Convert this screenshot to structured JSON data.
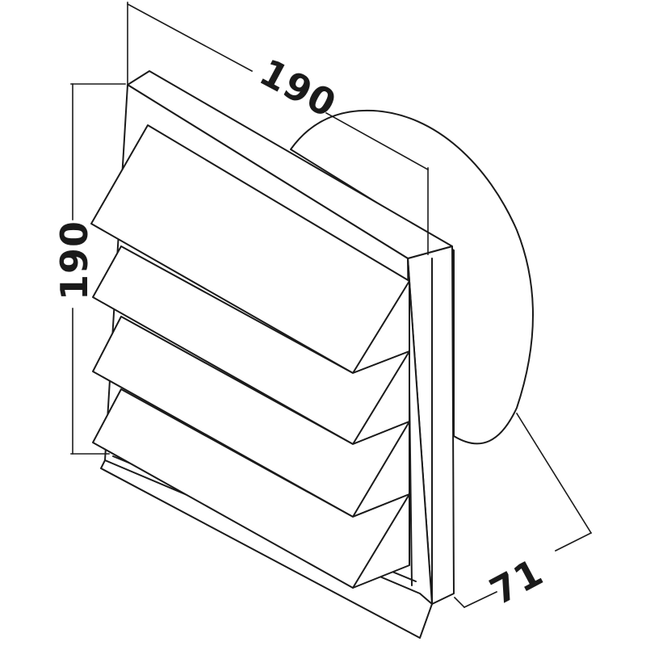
{
  "dimensions": {
    "width": "190",
    "height": "190",
    "depth": "71"
  },
  "colors": {
    "line": "#1a1a1a",
    "background": "#ffffff"
  }
}
